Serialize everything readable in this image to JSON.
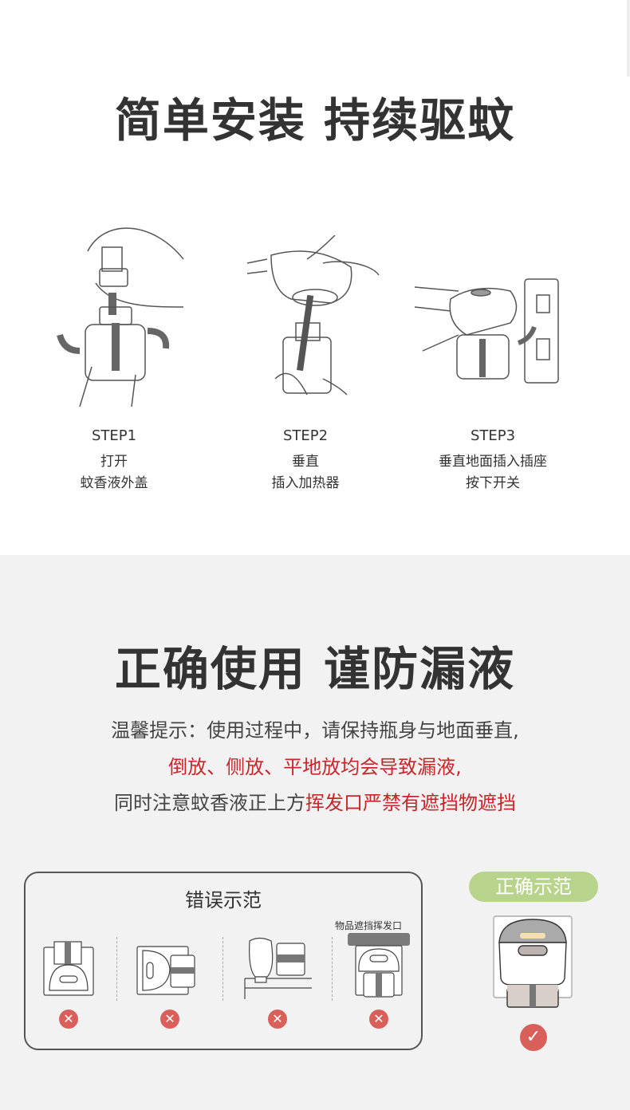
{
  "section1": {
    "title": "简单安装 持续驱蚊",
    "steps": [
      {
        "label": "STEP1",
        "line1": "打开",
        "line2": "蚊香液外盖"
      },
      {
        "label": "STEP2",
        "line1": "垂直",
        "line2": "插入加热器"
      },
      {
        "label": "STEP3",
        "line1": "垂直地面插入插座",
        "line2": "按下开关"
      }
    ]
  },
  "section2": {
    "title": "正确使用 谨防漏液",
    "tip_line1": "温馨提示：使用过程中，请保持瓶身与地面垂直,",
    "tip_line2": "倒放、侧放、平地放均会导致漏液,",
    "tip_line3_normal": "同时注意蚊香液正上方",
    "tip_line3_red": "挥发口严禁有遮挡物遮挡",
    "wrong_title": "错误示范",
    "obstacle_label": "物品遮挡挥发口",
    "wrong_mark": "✕",
    "correct_title": "正确示范",
    "correct_mark": "✓"
  },
  "colors": {
    "warning_red": "#c9252b",
    "mark_red": "#d9605a",
    "correct_green": "#b8d48c"
  }
}
